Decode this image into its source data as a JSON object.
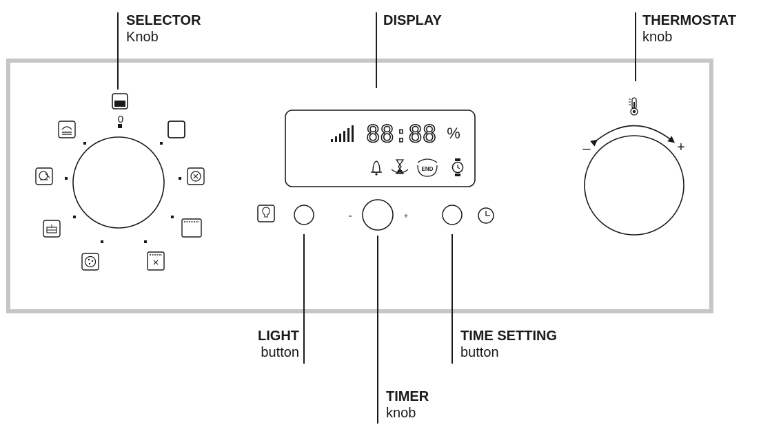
{
  "labels": {
    "selector": {
      "title": "SELECTOR",
      "sub": "Knob"
    },
    "display": {
      "title": "DISPLAY"
    },
    "thermostat": {
      "title": "THERMOSTAT",
      "sub": "knob"
    },
    "light": {
      "title": "LIGHT",
      "sub": "button"
    },
    "timer": {
      "title": "TIMER",
      "sub": "knob"
    },
    "time_setting": {
      "title": "TIME SETTING",
      "sub": "button"
    }
  },
  "selector_dial": {
    "zero_label": "0"
  },
  "display": {
    "digits": "88:88",
    "percent": "%",
    "end_label": "END"
  },
  "timer_knob": {
    "minus": "-",
    "plus": "+"
  },
  "thermostat_knob": {
    "minus": "–",
    "plus": "+"
  },
  "colors": {
    "panel_border": "#c3c7ca",
    "ink": "#1a1a1a"
  }
}
